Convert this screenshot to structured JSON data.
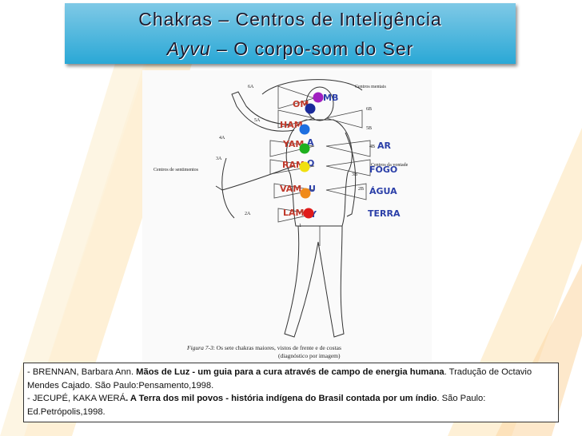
{
  "title": {
    "line1": "Chakras – Centros de Inteligência",
    "line2_italic": "Ayvu",
    "line2_rest": " – O corpo-som do Ser"
  },
  "figure": {
    "labels": {
      "mental": "Centros mentais",
      "sentimentos": "Centros de sentimentos",
      "vontade": "Centros da vontade",
      "6A": "6A",
      "6B": "6B",
      "5A": "5A",
      "5B": "5B",
      "4A": "4A",
      "4B": "4B",
      "3A": "3A",
      "3B": "3B",
      "2A": "2A",
      "2B": "2B",
      "1": "1"
    },
    "handwritten": {
      "mb": "MB",
      "om": "OM",
      "ham": "HAM",
      "yam": "YAM",
      "a": "A",
      "ram": "RAM",
      "o": "O",
      "vam": "VAM",
      "u": "U",
      "lam": "LAM",
      "y": "Y",
      "ar": "AR",
      "fogo": "FOGO",
      "agua": "ÁGUA",
      "terra": "TERRA"
    },
    "caption": {
      "label": "Figura 7-3",
      "line1": ": Os sete chakras maiores, vistos de frente e de costas",
      "line2": "(diagnóstico por imagem)"
    },
    "chakra_colors": [
      "#a020c0",
      "#1a2a9a",
      "#1e6fe0",
      "#1fb01f",
      "#f0e010",
      "#f08a1a",
      "#e01a1a"
    ]
  },
  "references": [
    {
      "prefix": "- BRENNAN, Barbara Ann. ",
      "bold": "Mãos de Luz - um guia para a cura através de campo de energia humana",
      "suffix": ". Tradução de Octavio Mendes Cajado. São Paulo:Pensamento,1998."
    },
    {
      "prefix": "- JECUPÉ, KAKA WERÁ",
      "bold": ". A Terra dos mil povos - história indígena do Brasil contada por um índio",
      "suffix": ". São Paulo: Ed.Petrópolis,1998."
    }
  ]
}
